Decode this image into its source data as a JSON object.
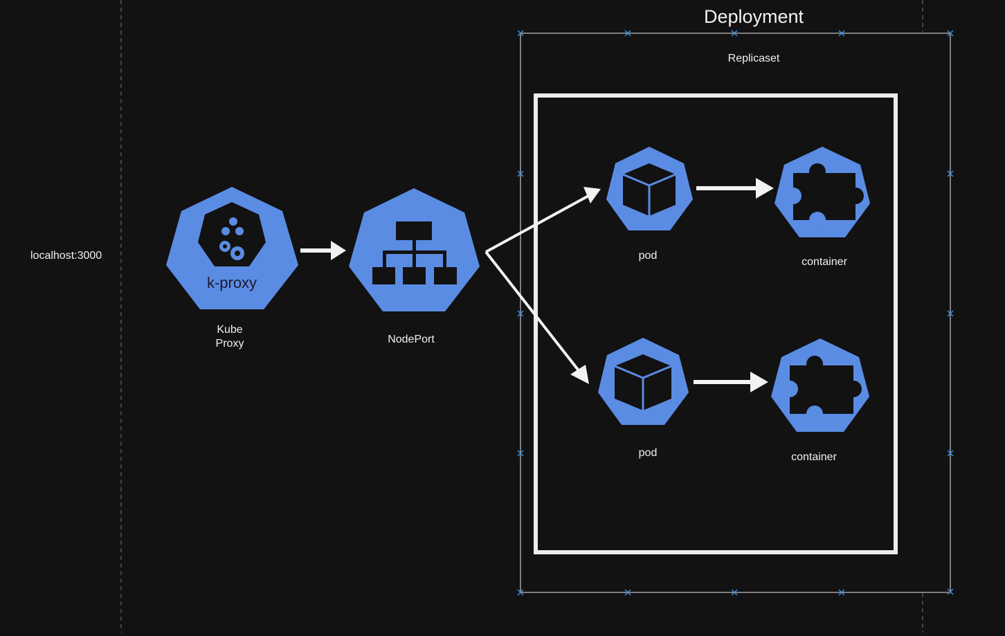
{
  "diagram": {
    "left_label": "localhost:3000",
    "deployment_label": "Deployment",
    "replicaset_label": "Replicaset",
    "kube_proxy": {
      "icon_text": "k-proxy",
      "label_line1": "Kube",
      "label_line2": "Proxy"
    },
    "nodeport": {
      "label": "NodePort"
    },
    "pods": [
      {
        "label": "pod"
      },
      {
        "label": "pod"
      }
    ],
    "containers": [
      {
        "label": "container"
      },
      {
        "label": "container"
      }
    ],
    "colors": {
      "background": "#121213",
      "icon_blue": "#5b8ce3",
      "arrow": "#f2f2f2",
      "handle_blue": "#3d8fd9",
      "guide_line": "#555555"
    }
  }
}
